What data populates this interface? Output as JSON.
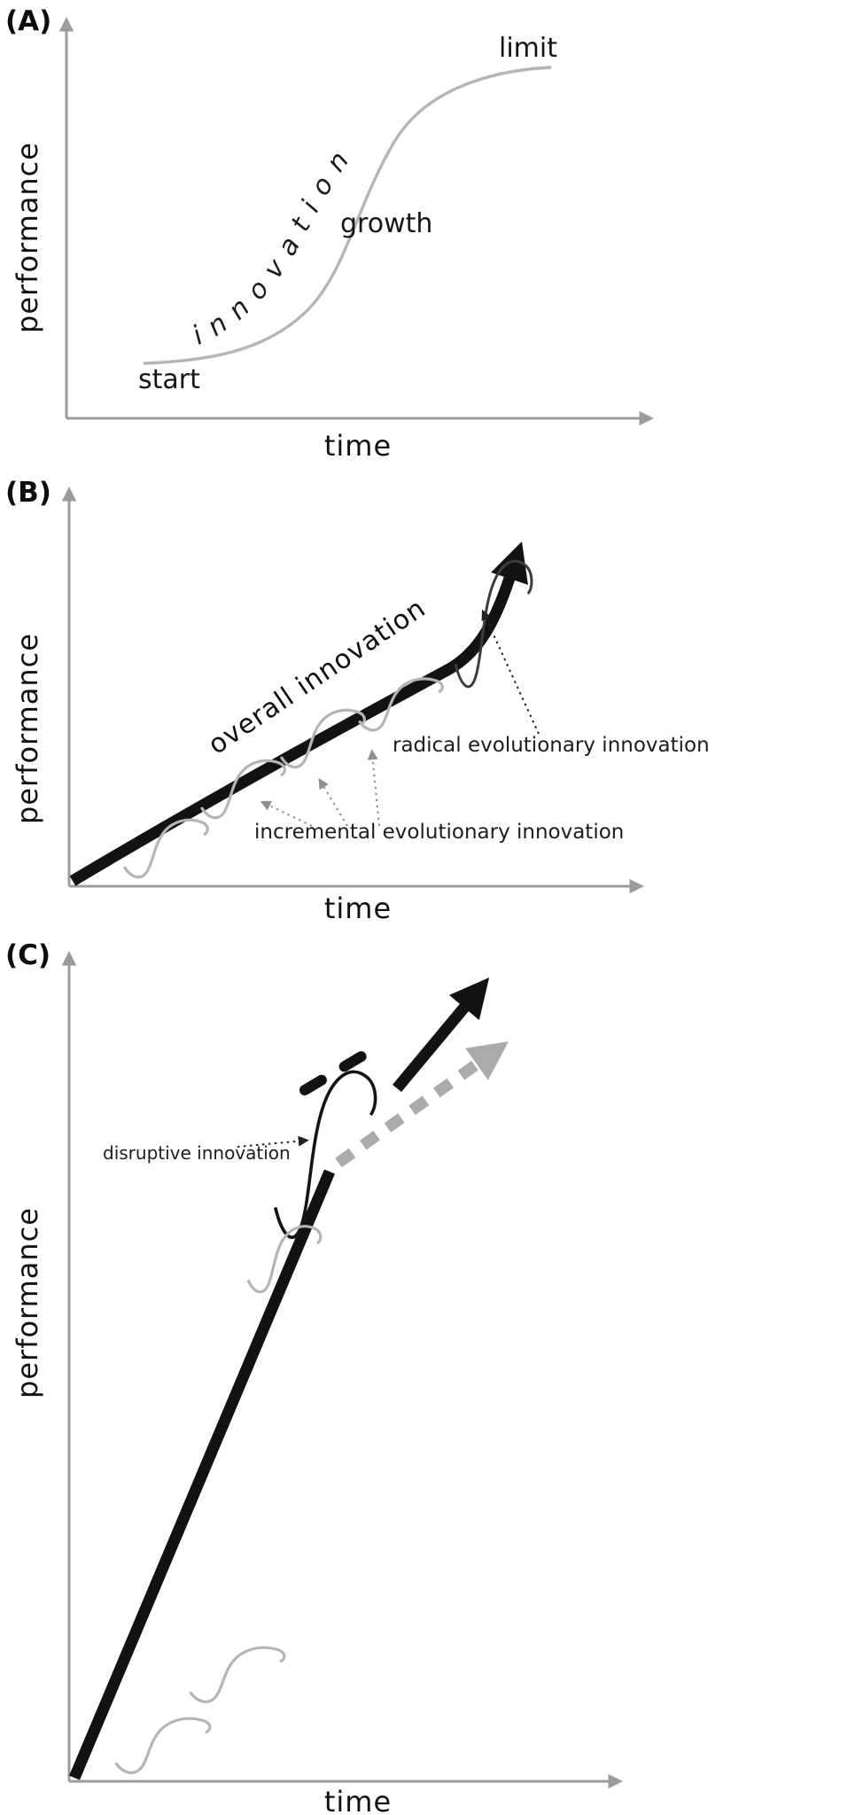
{
  "figure": {
    "panels": [
      {
        "id": "A",
        "tag": "(A)",
        "xlabel": "time",
        "ylabel": "performance",
        "curve_label": "innovation",
        "point_labels": {
          "start": "start",
          "growth": "growth",
          "limit": "limit"
        },
        "curve_type": "s-curve"
      },
      {
        "id": "B",
        "tag": "(B)",
        "xlabel": "time",
        "ylabel": "performance",
        "arrow_label": "overall innovation",
        "annotations": {
          "radical": "radical evolutionary innovation",
          "incremental": "incremental evolutionary innovation"
        }
      },
      {
        "id": "C",
        "tag": "(C)",
        "xlabel": "time",
        "ylabel": "performance",
        "annotations": {
          "disruptive": "disruptive innovation"
        }
      }
    ],
    "colors": {
      "axis": "#9b9b9b",
      "light_curve": "#b5b5b5",
      "dark": "#161616",
      "dashed_gray": "#ababab"
    }
  }
}
